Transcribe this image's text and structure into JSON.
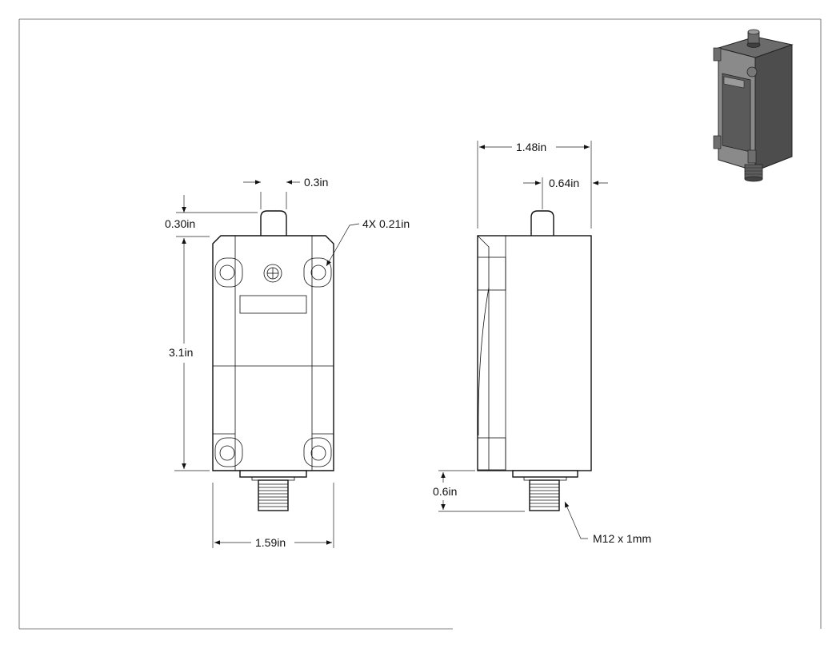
{
  "dimensions": {
    "pin_width": "0.3in",
    "pin_height": "0.30in",
    "mount_holes": "4X 0.21in",
    "body_height": "3.1in",
    "body_width": "1.59in",
    "side_depth": "1.48in",
    "pin_offset": "0.64in",
    "connector_length": "0.6in",
    "thread": "M12 x 1mm"
  },
  "colors": {
    "line": "#111111",
    "render_dark": "#4a4a4a",
    "render_light": "#8a8a8a"
  }
}
